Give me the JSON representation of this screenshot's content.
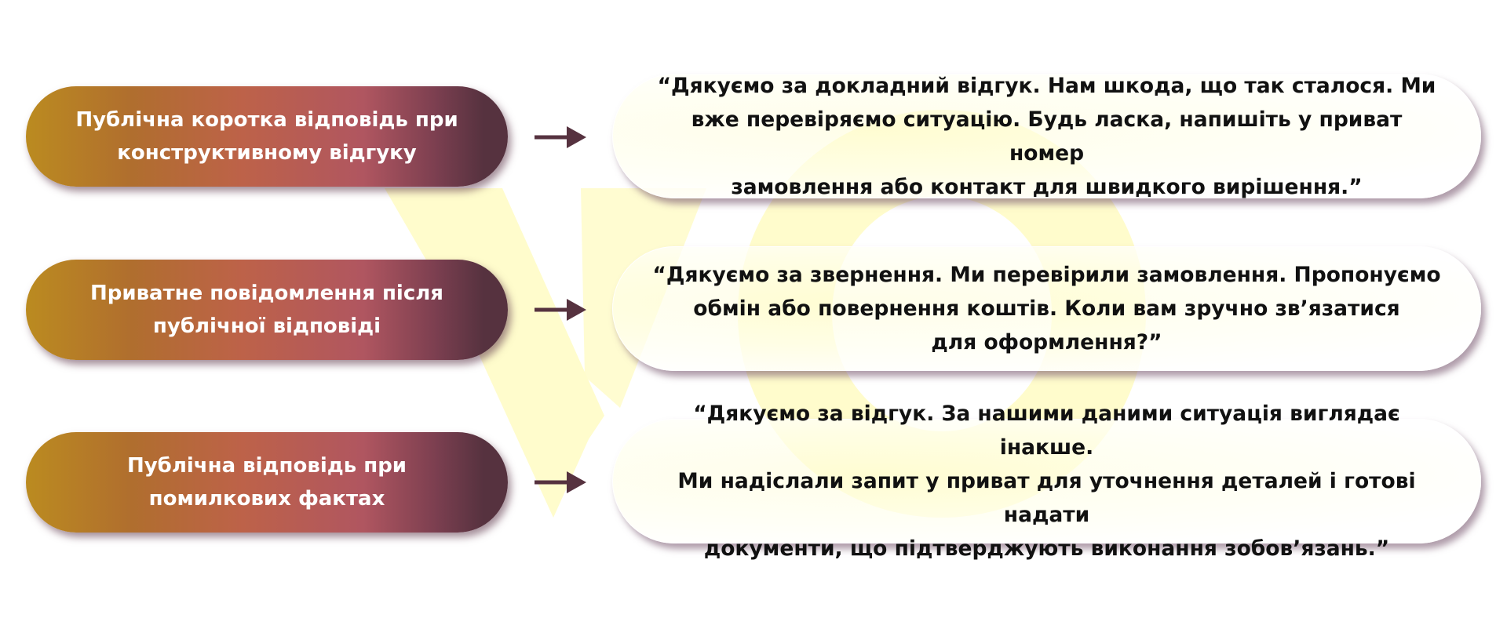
{
  "colors": {
    "pill_gradient_start": "#bb8b20",
    "pill_gradient_mid": "#bd6249",
    "pill_gradient_end": "#56323f",
    "arrow": "#56323f",
    "watermark": "#fffccc",
    "bubble_text": "#111111",
    "pill_text": "#ffffff"
  },
  "rows": [
    {
      "label": "Публічна коротка відповідь при\nконструктивному відгуку",
      "arrow_icon": "arrow-right-icon",
      "response": "“Дякуємо за докладний відгук. Нам шкода, що так сталося. Ми\nвже перевіряємо ситуацію. Будь ласка, напишіть у приват номер\nзамовлення або контакт для швидкого вирішення.”"
    },
    {
      "label": "Приватне повідомлення після\nпублічної відповіді",
      "arrow_icon": "arrow-right-icon",
      "response": "“Дякуємо за звернення. Ми перевірили замовлення. Пропонуємо\nобмін або повернення коштів. Коли вам зручно зв’язатися\nдля оформлення?”"
    },
    {
      "label": "Публічна відповідь при\nпомилкових фактах",
      "arrow_icon": "arrow-right-icon",
      "response": "“Дякуємо за відгук. За нашими даними ситуація виглядає інакше.\nМи надіслали запит у приват для уточнення деталей і готові надати\nдокументи, що підтверджують виконання зобов’язань.”"
    }
  ]
}
